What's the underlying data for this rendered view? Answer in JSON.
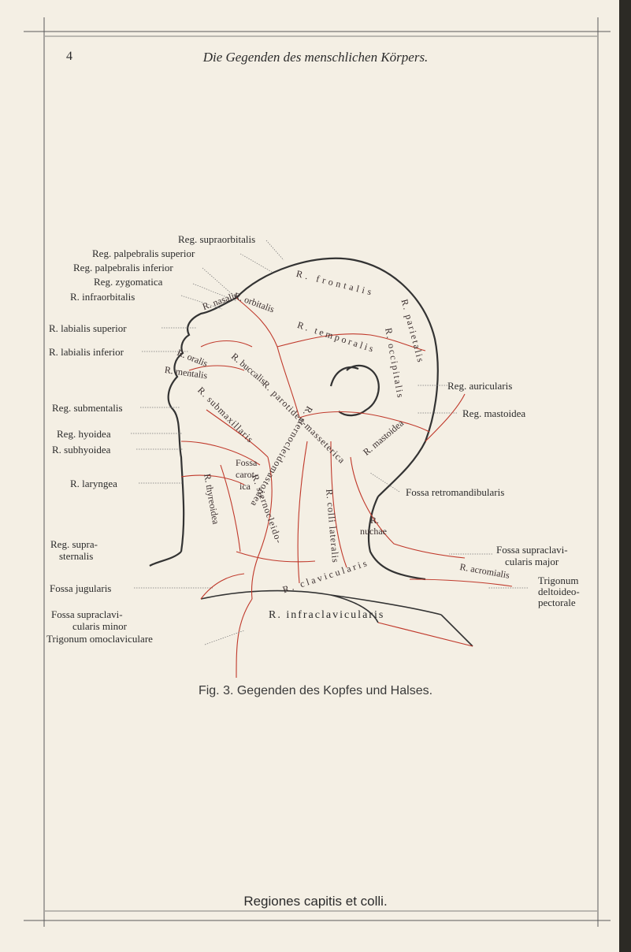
{
  "header": {
    "page_number": "4",
    "title": "Die Gegenden des menschlichen Körpers."
  },
  "figure": {
    "left_labels": {
      "supraorbitalis": "Reg. supraorbitalis",
      "palpebralis_superior": "Reg. palpebralis superior",
      "palpebralis_inferior": "Reg. palpebralis inferior",
      "zygomatica": "Reg. zygomatica",
      "infraorbitalis": "R. infraorbitalis",
      "labialis_superior": "R. labialis superior",
      "labialis_inferior": "R. labialis inferior",
      "submentalis": "Reg. submentalis",
      "hyoidea": "Reg. hyoidea",
      "subhyoidea": "R. subhyoidea",
      "laryngea": "R. laryngea",
      "suprasternalis_1": "Reg. supra-",
      "suprasternalis_2": "sternalis",
      "fossa_jugularis": "Fossa jugularis",
      "fossa_supraclav_minor_1": "Fossa supraclavi-",
      "fossa_supraclav_minor_2": "cularis minor",
      "trigonum_omoclaviculare": "Trigonum omoclaviculare"
    },
    "right_labels": {
      "auricularis": "Reg. auricularis",
      "mastoidea": "Reg. mastoidea",
      "fossa_retromandibularis": "Fossa retromandibularis",
      "fossa_supraclav_major_1": "Fossa supraclavi-",
      "fossa_supraclav_major_2": "cularis major",
      "trigonum_deltoideo_1": "Trigonum",
      "trigonum_deltoideo_2": "deltoideo-",
      "trigonum_deltoideo_3": "pectorale"
    },
    "inner_labels": {
      "frontalis": "R. frontalis",
      "temporalis": "R. temporalis",
      "parietalis": "R. parietalis",
      "occipitalis": "R. occipitalis",
      "nasalis": "R. nasalis",
      "orbitalis": "R. orbitalis",
      "buccalis": "R. buccalis",
      "oralis": "R. oralis",
      "mentalis": "R. mentalis",
      "parotideomasseterica": "R. parotideo-masseterica",
      "submaxillaris": "R. submaxillaris",
      "sternocleidomastoidea": "R. sternocleidomastoidea",
      "sternocleido": "R. sternocleido-",
      "fossa_carotica_1": "Fossa",
      "fossa_carotica_2": "carot-",
      "fossa_carotica_3": "ica",
      "thyreoidea": "R. thyreoidea",
      "colli_lateralis": "R. colli lateralis",
      "nuchae_1": "R.",
      "nuchae_2": "nuchae",
      "mastoidea_inner": "R. mastoidea",
      "clavicularis": "R. clavicularis",
      "acromialis": "R. acromialis",
      "infraclavicularis": "R. infraclavicularis"
    },
    "caption": "Fig. 3. Gegenden des Kopfes und Halses.",
    "plate_title": "Regiones capitis et colli."
  },
  "colors": {
    "paper": "#f4efe4",
    "ink": "#2b2b2b",
    "region_lines": "#c0392b"
  }
}
